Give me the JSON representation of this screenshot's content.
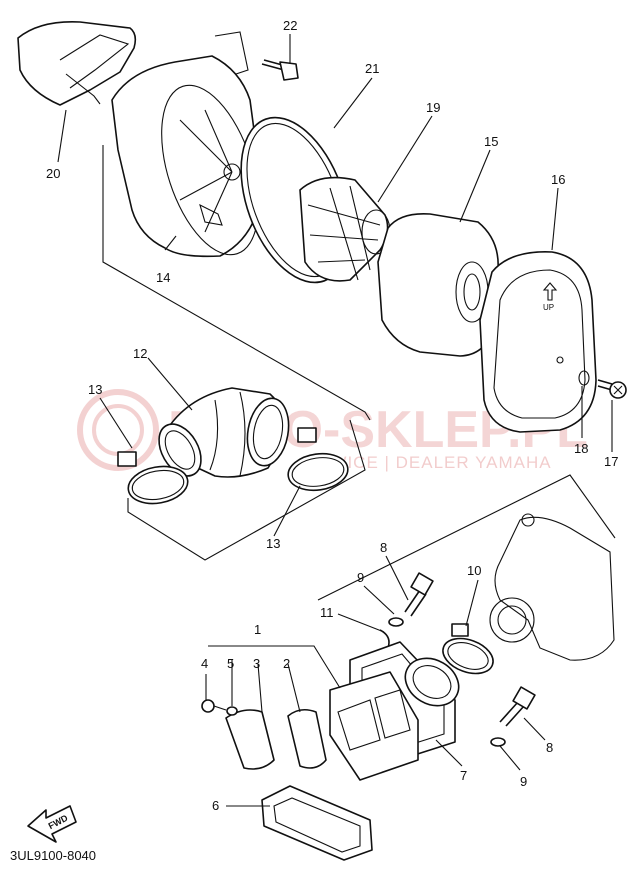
{
  "diagram_code": "3UL9100-8040",
  "watermark": {
    "brand": "MOTO-SKLEP.PL",
    "subtitle": "GLIWICE | DEALER YAMAHA"
  },
  "fwd_label": "FWD",
  "up_label": "UP",
  "callouts": {
    "c1": "1",
    "c2": "2",
    "c3": "3",
    "c4": "4",
    "c5": "5",
    "c6": "6",
    "c7": "7",
    "c8a": "8",
    "c8b": "8",
    "c9a": "9",
    "c9b": "9",
    "c10": "10",
    "c11": "11",
    "c12": "12",
    "c13a": "13",
    "c13b": "13",
    "c14": "14",
    "c15": "15",
    "c16": "16",
    "c17": "17",
    "c18": "18",
    "c19": "19",
    "c20": "20",
    "c21": "21",
    "c22": "22"
  }
}
